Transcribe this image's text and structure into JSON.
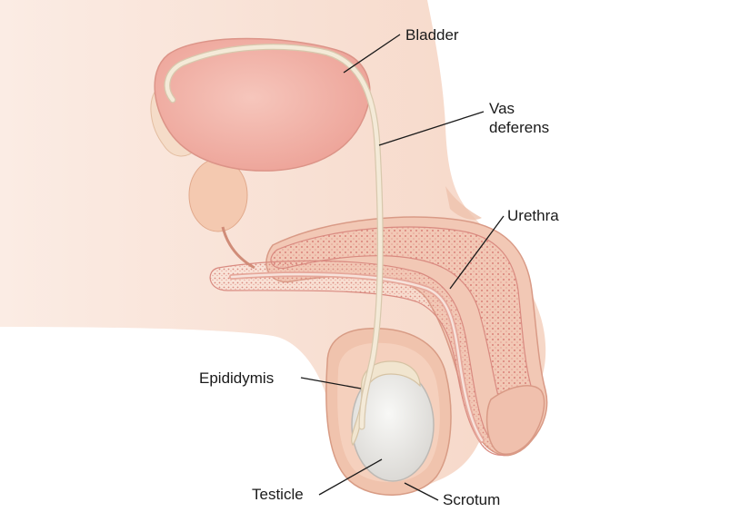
{
  "labels": {
    "bladder": "Bladder",
    "vas_deferens_line1": "Vas",
    "vas_deferens_line2": "deferens",
    "urethra": "Urethra",
    "epididymis": "Epididymis",
    "testicle": "Testicle",
    "scrotum": "Scrotum"
  },
  "colors": {
    "background": "#ffffff",
    "skin_light": "#fbe9e0",
    "skin": "#f5d3c2",
    "skin_shadow": "#e9b9a3",
    "bladder": "#f2b7ae",
    "tissue": "#f0bcb0",
    "tissue_dots": "#d9827a",
    "tube": "#f4ead8",
    "testicle": "#ededeb",
    "leader_line": "#1a1a1a"
  }
}
